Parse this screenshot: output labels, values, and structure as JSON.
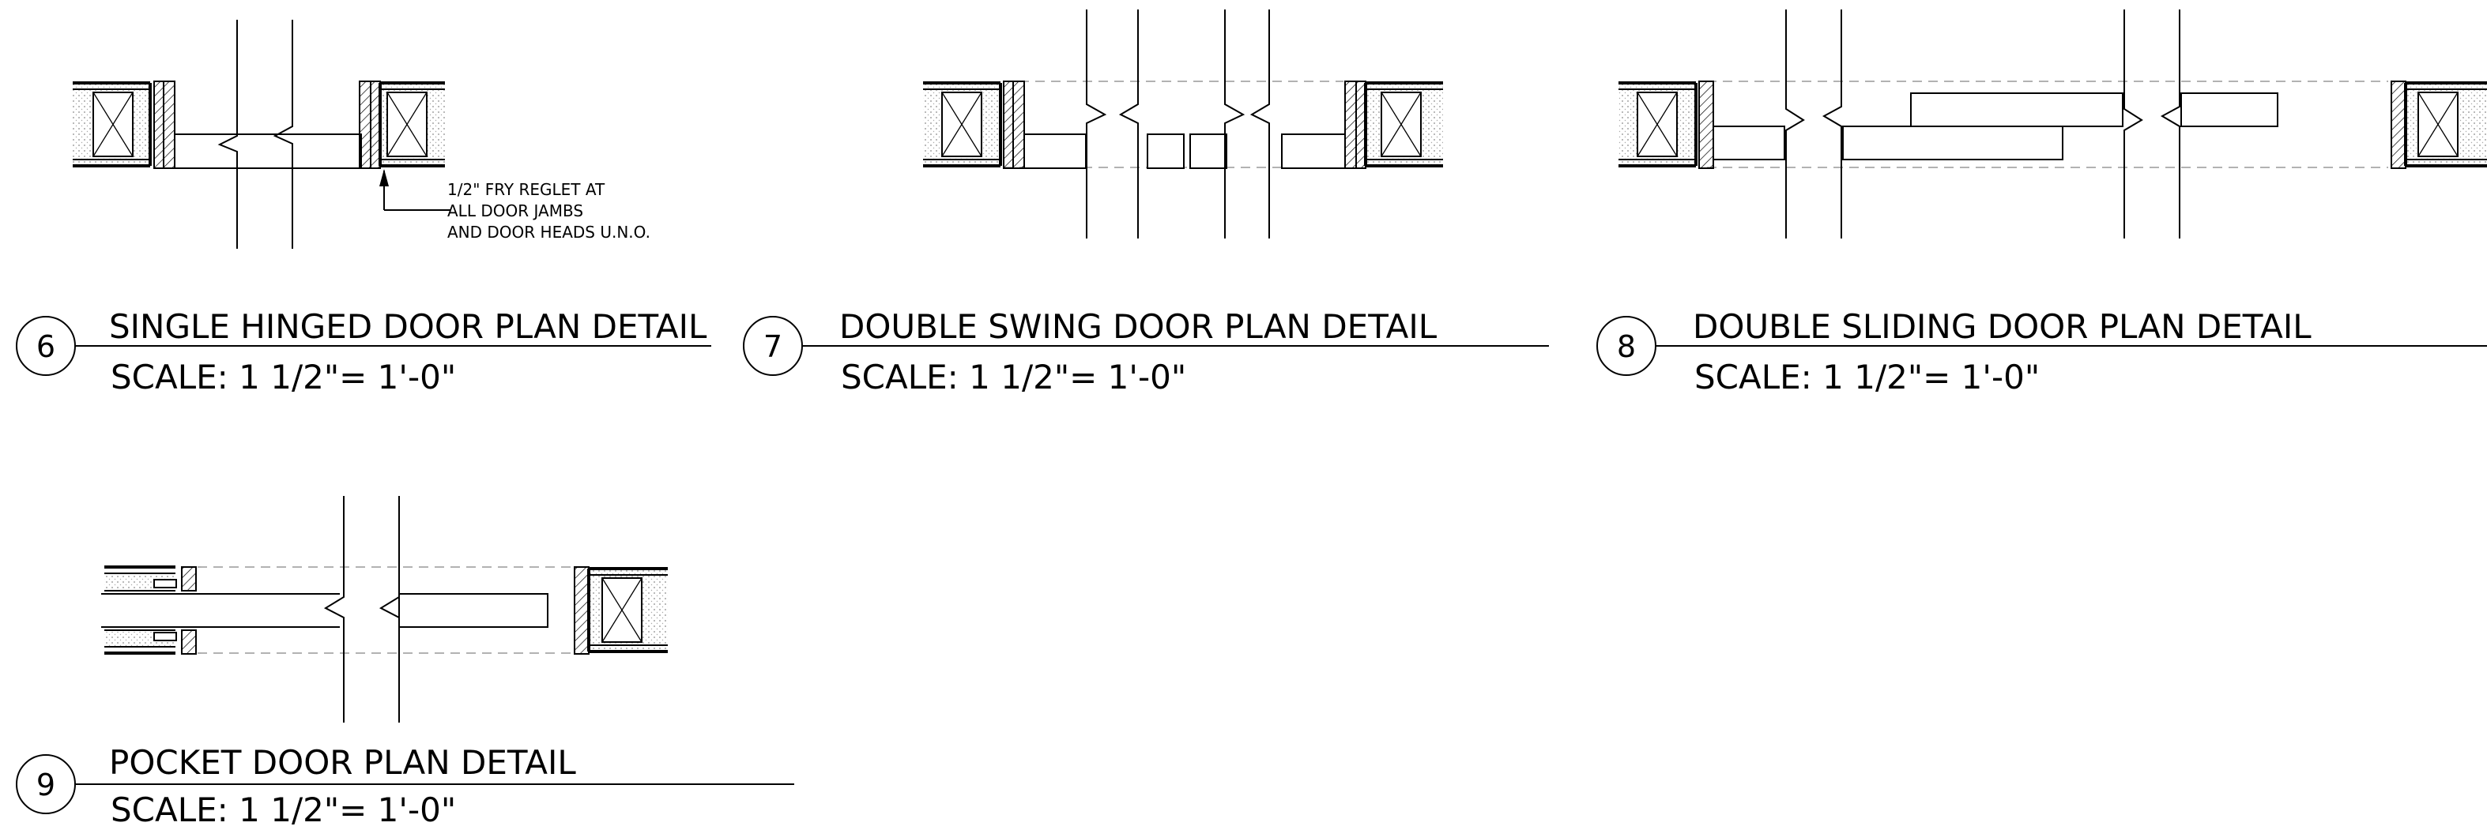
{
  "details": [
    {
      "number": "6",
      "title": "SINGLE HINGED DOOR PLAN DETAIL",
      "scale": "SCALE: 1 1/2\"=    1'-0\""
    },
    {
      "number": "7",
      "title": "DOUBLE SWING DOOR PLAN DETAIL",
      "scale": "SCALE: 1 1/2\"=    1'-0\""
    },
    {
      "number": "8",
      "title": "DOUBLE SLIDING DOOR PLAN DETAIL",
      "scale": "SCALE: 1 1/2\"=    1'-0\""
    },
    {
      "number": "9",
      "title": "POCKET DOOR PLAN DETAIL",
      "scale": "SCALE: 1 1/2\"=    1'-0\""
    }
  ],
  "annotation": {
    "lines": [
      "1/2\" FRY REGLET AT",
      "ALL DOOR JAMBS",
      "AND DOOR HEADS U.N.O."
    ]
  }
}
